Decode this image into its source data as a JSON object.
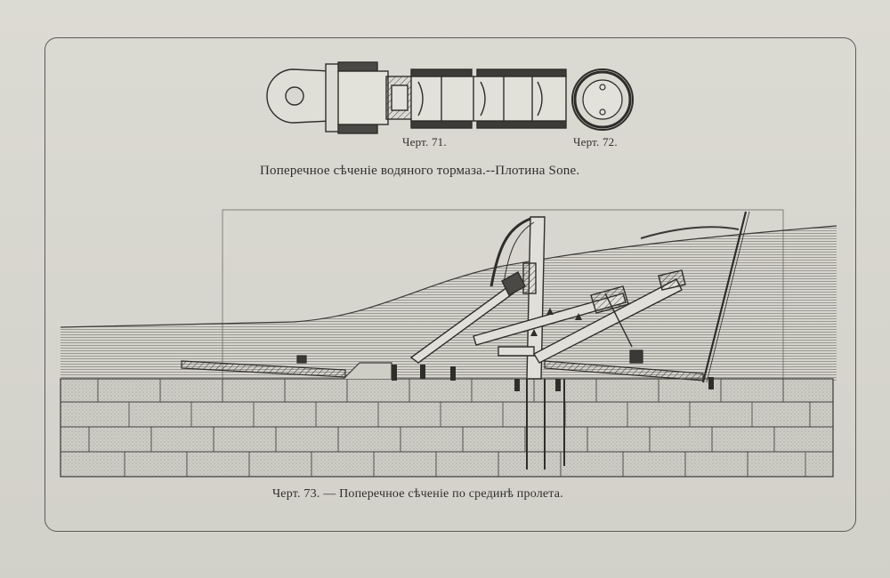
{
  "figures": {
    "fig71_label": "Черт. 71.",
    "fig72_label": "Черт. 72.",
    "caption_top": "Поперечное сѣченiе водяного тормаза.--Плотина Sone.",
    "caption_bottom": "Черт. 73. — Поперечное сѣченiе по срединѣ пролета."
  },
  "colors": {
    "paper": "#d9d8d0",
    "ink": "#2b2a28",
    "stone": "#c9c8c0"
  }
}
